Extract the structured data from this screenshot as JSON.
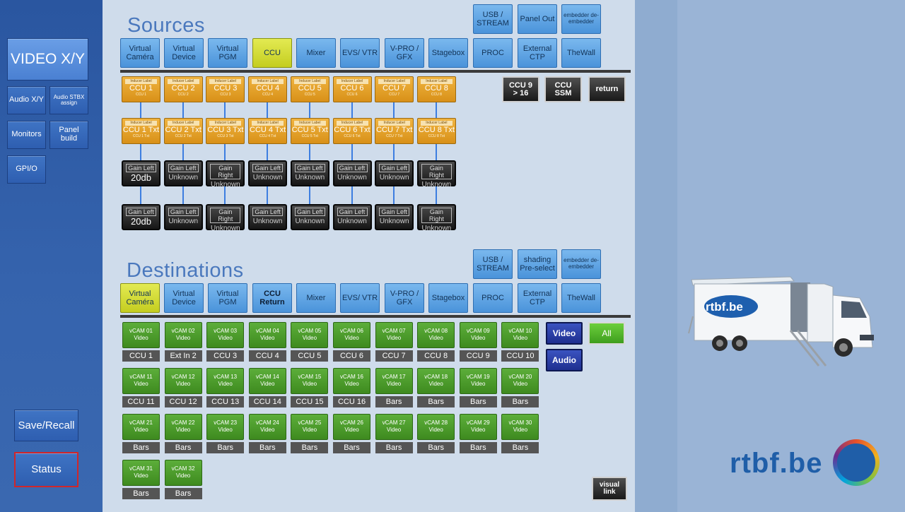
{
  "sidebar": {
    "video_xy": "VIDEO X/Y",
    "audio_xy": "Audio X/Y",
    "audio_stbx": "Audio STBX assign",
    "monitors": "Monitors",
    "panel_build": "Panel build",
    "gpio": "GPI/O",
    "save_recall": "Save/Recall",
    "status": "Status"
  },
  "sources": {
    "title": "Sources",
    "top_buttons": [
      "USB / STREAM",
      "Panel Out",
      "embedder de-embedder"
    ],
    "tabs": [
      "Virtual Caméra",
      "Virtual Device",
      "Virtual PGM",
      "CCU",
      "Mixer",
      "EVS/ VTR",
      "V-PRO / GFX",
      "Stagebox",
      "PROC",
      "External CTP",
      "TheWall"
    ],
    "selected_tab": "CCU",
    "ccus": [
      {
        "label": "CCU 1",
        "sub": "CCU 1",
        "txt": "CCU 1 Txt"
      },
      {
        "label": "CCU 2",
        "sub": "CCU 2",
        "txt": "CCU 2 Txt"
      },
      {
        "label": "CCU 3",
        "sub": "CCU 3",
        "txt": "CCU 3 Txt"
      },
      {
        "label": "CCU 4",
        "sub": "CCU 4",
        "txt": "CCU 4 Txt"
      },
      {
        "label": "CCU 5",
        "sub": "CCU 5",
        "txt": "CCU 5 Txt"
      },
      {
        "label": "CCU 6",
        "sub": "CCU 6",
        "txt": "CCU 6 Txt"
      },
      {
        "label": "CCU 7",
        "sub": "CCU 7",
        "txt": "CCU 7 Txt"
      },
      {
        "label": "CCU 8",
        "sub": "CCU 8",
        "txt": "CCU 8 Txt"
      }
    ],
    "inducer_label": "Inducer Label",
    "gain_row1": [
      {
        "label": "Gain Left",
        "value": "20db"
      },
      {
        "label": "Gain Left",
        "value": "Unknown"
      },
      {
        "label": "Gain Right",
        "value": "Unknown"
      },
      {
        "label": "Gain Left",
        "value": "Unknown"
      },
      {
        "label": "Gain Left",
        "value": "Unknown"
      },
      {
        "label": "Gain Left",
        "value": "Unknown"
      },
      {
        "label": "Gain Left",
        "value": "Unknown"
      },
      {
        "label": "Gain Right",
        "value": "Unknown"
      }
    ],
    "gain_row2": [
      {
        "label": "Gain Left",
        "value": "20db"
      },
      {
        "label": "Gain Left",
        "value": "Unknown"
      },
      {
        "label": "Gain Right",
        "value": "Unknown"
      },
      {
        "label": "Gain Left",
        "value": "Unknown"
      },
      {
        "label": "Gain Left",
        "value": "Unknown"
      },
      {
        "label": "Gain Left",
        "value": "Unknown"
      },
      {
        "label": "Gain Left",
        "value": "Unknown"
      },
      {
        "label": "Gain Right",
        "value": "Unknown"
      }
    ],
    "ccu_9_16": "CCU 9 > 16",
    "ccu_ssm": "CCU SSM",
    "return": "return"
  },
  "destinations": {
    "title": "Destinations",
    "top_buttons": [
      "USB / STREAM",
      "shading Pre-select",
      "embedder de-embedder"
    ],
    "tabs": [
      "Virtual Caméra",
      "Virtual Device",
      "Virtual PGM",
      "CCU Return",
      "Mixer",
      "EVS/ VTR",
      "V-PRO / GFX",
      "Stagebox",
      "PROC",
      "External CTP",
      "TheWall"
    ],
    "selected_tab": "Virtual Caméra",
    "vcams": [
      {
        "name": "vCAM 01",
        "type": "Video",
        "source": "CCU 1"
      },
      {
        "name": "vCAM 02",
        "type": "Video",
        "source": "Ext In 2"
      },
      {
        "name": "vCAM 03",
        "type": "Video",
        "source": "CCU 3"
      },
      {
        "name": "vCAM 04",
        "type": "Video",
        "source": "CCU 4"
      },
      {
        "name": "vCAM 05",
        "type": "Video",
        "source": "CCU 5"
      },
      {
        "name": "vCAM 06",
        "type": "Video",
        "source": "CCU 6"
      },
      {
        "name": "vCAM 07",
        "type": "Video",
        "source": "CCU 7"
      },
      {
        "name": "vCAM 08",
        "type": "Video",
        "source": "CCU 8"
      },
      {
        "name": "vCAM 09",
        "type": "Video",
        "source": "CCU 9"
      },
      {
        "name": "vCAM 10",
        "type": "Video",
        "source": "CCU 10"
      },
      {
        "name": "vCAM 11",
        "type": "Video",
        "source": "CCU 11"
      },
      {
        "name": "vCAM 12",
        "type": "Video",
        "source": "CCU 12"
      },
      {
        "name": "vCAM 13",
        "type": "Video",
        "source": "CCU 13"
      },
      {
        "name": "vCAM 14",
        "type": "Video",
        "source": "CCU 14"
      },
      {
        "name": "vCAM 15",
        "type": "Video",
        "source": "CCU 15"
      },
      {
        "name": "vCAM 16",
        "type": "Video",
        "source": "CCU 16"
      },
      {
        "name": "vCAM 17",
        "type": "Video",
        "source": "Bars"
      },
      {
        "name": "vCAM 18",
        "type": "Video",
        "source": "Bars"
      },
      {
        "name": "vCAM 19",
        "type": "Video",
        "source": "Bars"
      },
      {
        "name": "vCAM 20",
        "type": "Video",
        "source": "Bars"
      },
      {
        "name": "vCAM 21",
        "type": "Video",
        "source": "Bars"
      },
      {
        "name": "vCAM 22",
        "type": "Video",
        "source": "Bars"
      },
      {
        "name": "vCAM 23",
        "type": "Video",
        "source": "Bars"
      },
      {
        "name": "vCAM 24",
        "type": "Video",
        "source": "Bars"
      },
      {
        "name": "vCAM 25",
        "type": "Video",
        "source": "Bars"
      },
      {
        "name": "vCAM 26",
        "type": "Video",
        "source": "Bars"
      },
      {
        "name": "vCAM 27",
        "type": "Video",
        "source": "Bars"
      },
      {
        "name": "vCAM 28",
        "type": "Video",
        "source": "Bars"
      },
      {
        "name": "vCAM 29",
        "type": "Video",
        "source": "Bars"
      },
      {
        "name": "vCAM 30",
        "type": "Video",
        "source": "Bars"
      },
      {
        "name": "vCAM 31",
        "type": "Video",
        "source": "Bars"
      },
      {
        "name": "vCAM 32",
        "type": "Video",
        "source": "Bars"
      }
    ],
    "video_button": "Video",
    "audio_button": "Audio",
    "all_button": "All",
    "visual_link": "visual link"
  },
  "branding": {
    "truck_logo": "rtbf.be",
    "logo": "rtbf.be"
  }
}
